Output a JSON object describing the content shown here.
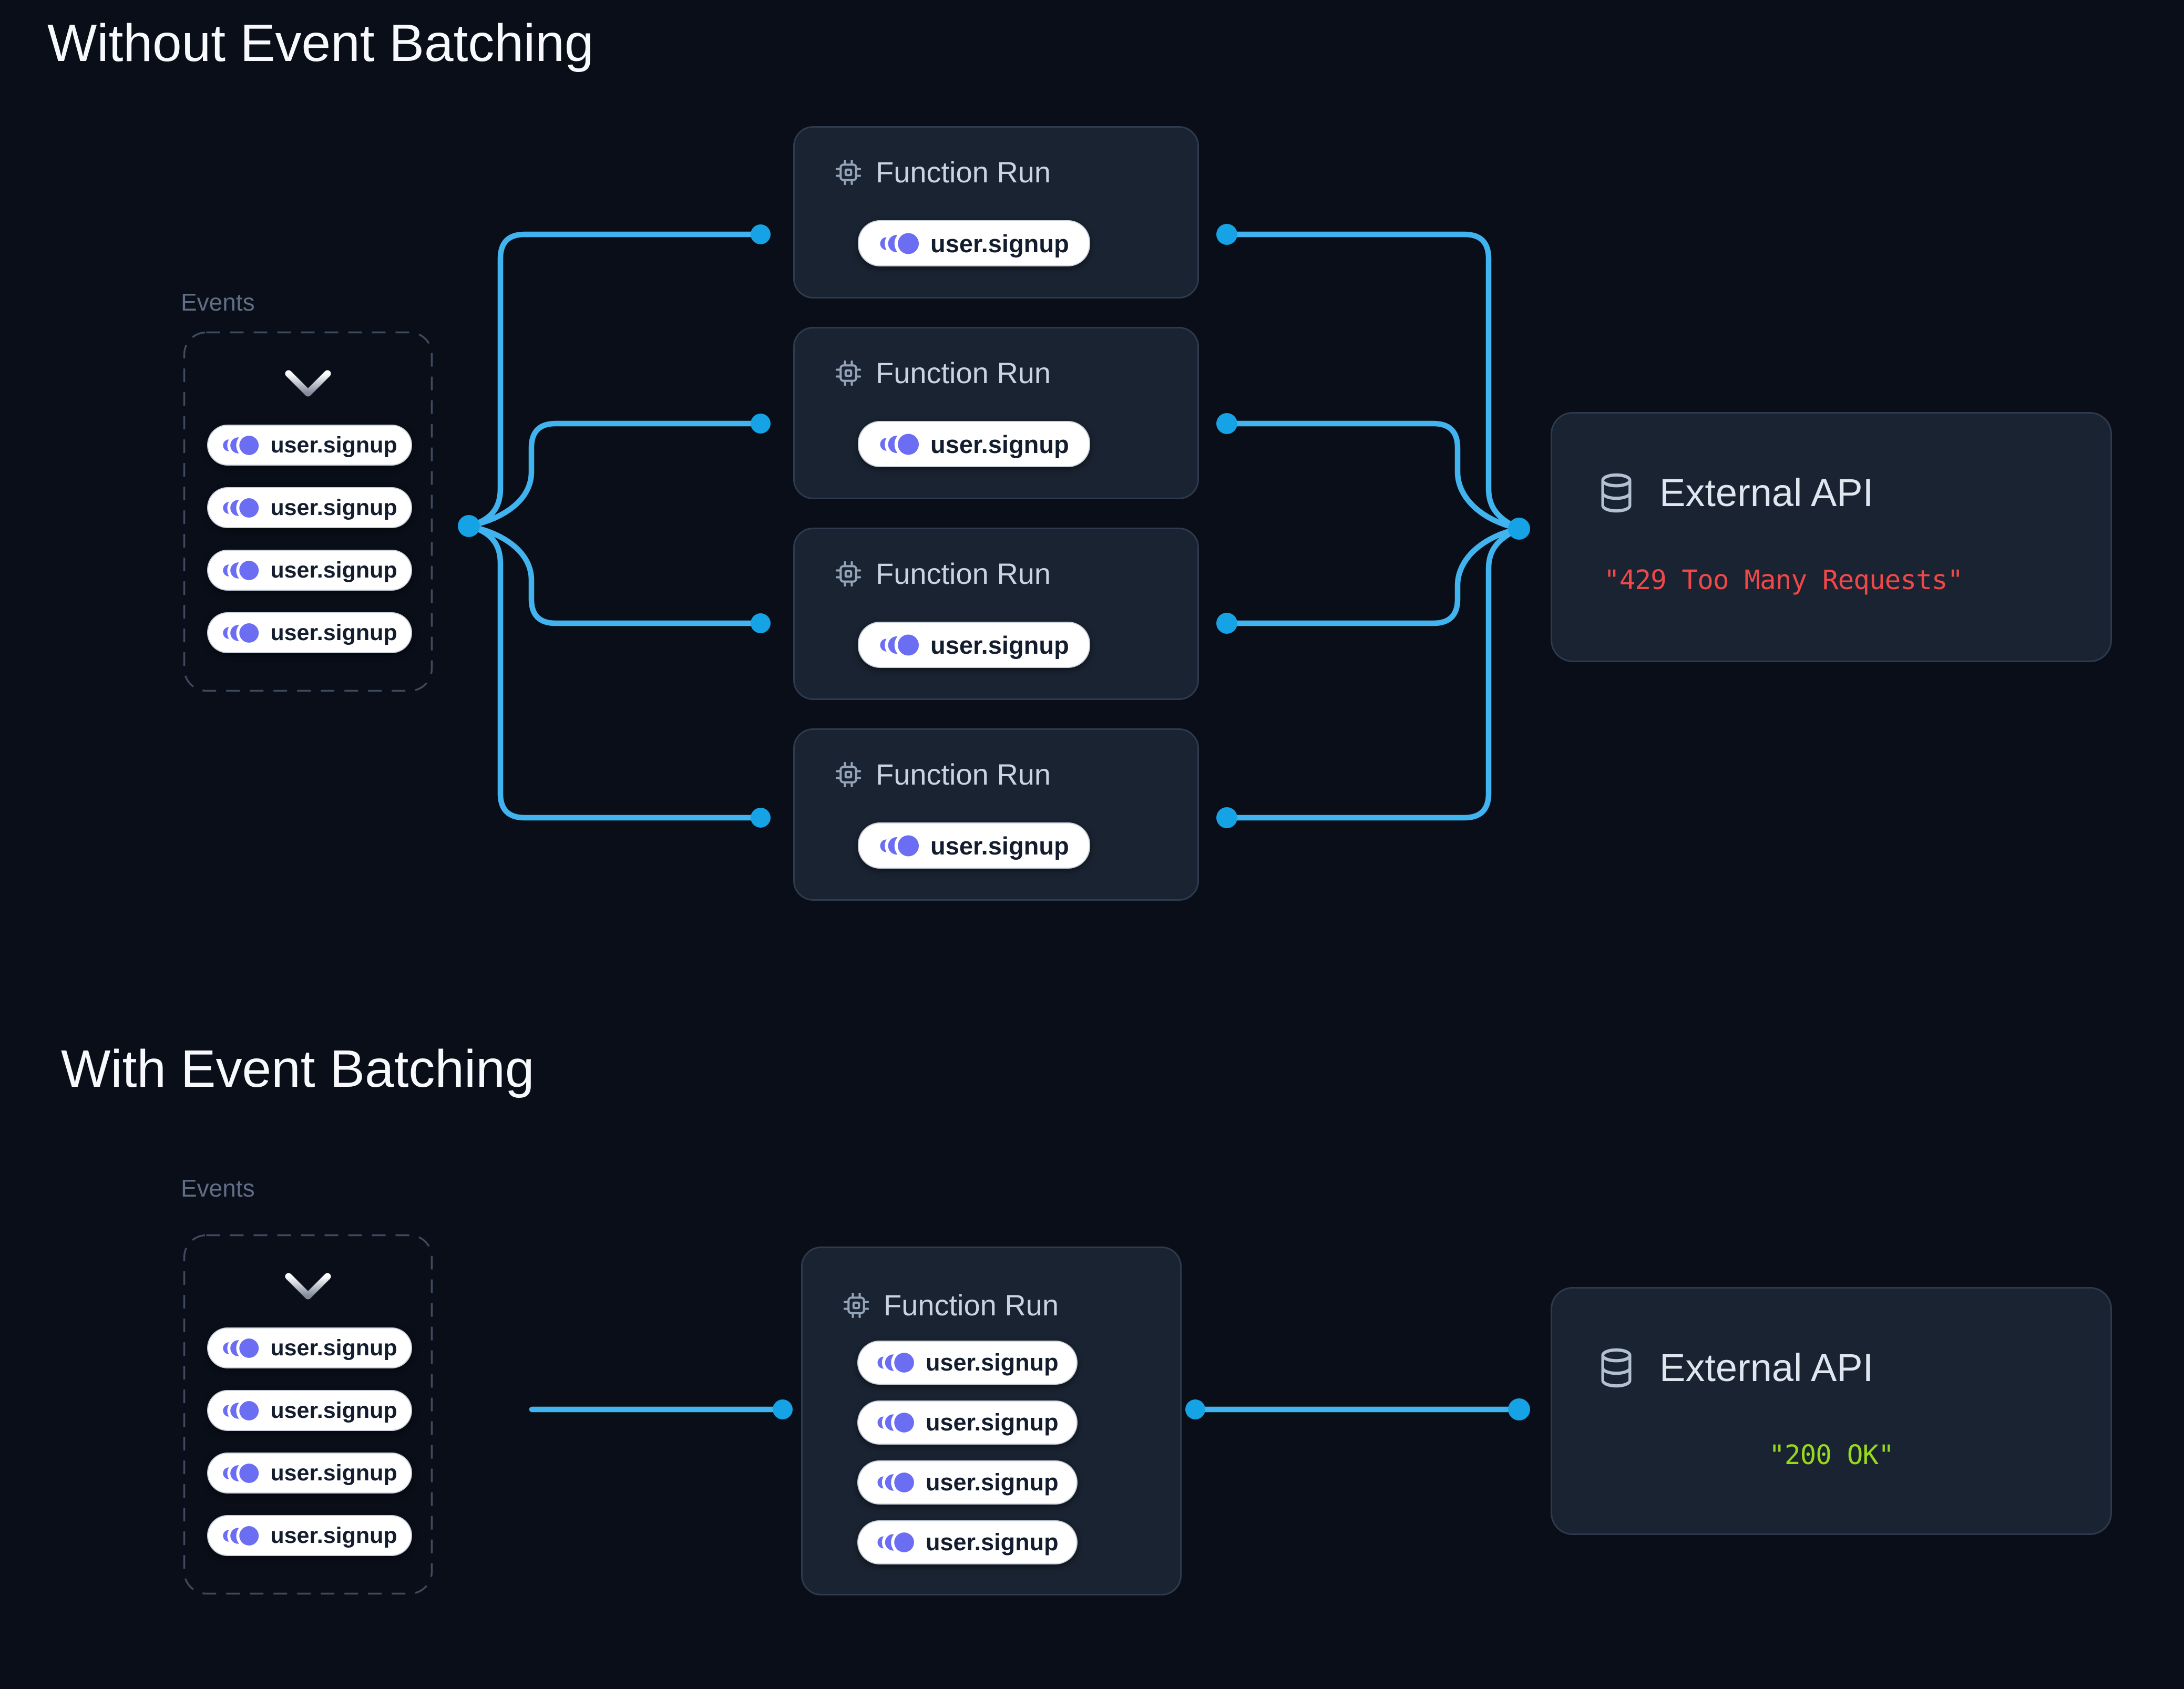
{
  "colors": {
    "background": "#0a0e18",
    "card_background": "#1a2331",
    "card_border": "#2e3a4e",
    "wire_line": "#41b3ef",
    "wire_dot": "#16a3e6",
    "event_icon_indigo": "#6b6df2",
    "error_red": "#ef4848",
    "success_green": "#97d91c"
  },
  "sections": [
    {
      "title": "Without Event Batching",
      "events": {
        "label": "Events",
        "pills": [
          "user.signup",
          "user.signup",
          "user.signup",
          "user.signup"
        ]
      },
      "function_runs": [
        {
          "title": "Function Run",
          "pill": "user.signup"
        },
        {
          "title": "Function Run",
          "pill": "user.signup"
        },
        {
          "title": "Function Run",
          "pill": "user.signup"
        },
        {
          "title": "Function Run",
          "pill": "user.signup"
        }
      ],
      "api": {
        "title": "External API",
        "status": "\"429 Too Many Requests\"",
        "status_style": "color:#ef4848"
      }
    },
    {
      "title": "With Event Batching",
      "events": {
        "label": "Events",
        "pills": [
          "user.signup",
          "user.signup",
          "user.signup",
          "user.signup"
        ]
      },
      "function_run": {
        "title": "Function Run",
        "pills": [
          "user.signup",
          "user.signup",
          "user.signup",
          "user.signup"
        ]
      },
      "api": {
        "title": "External API",
        "status": "\"200 OK\"",
        "status_style": "color:#97d91c"
      }
    }
  ]
}
